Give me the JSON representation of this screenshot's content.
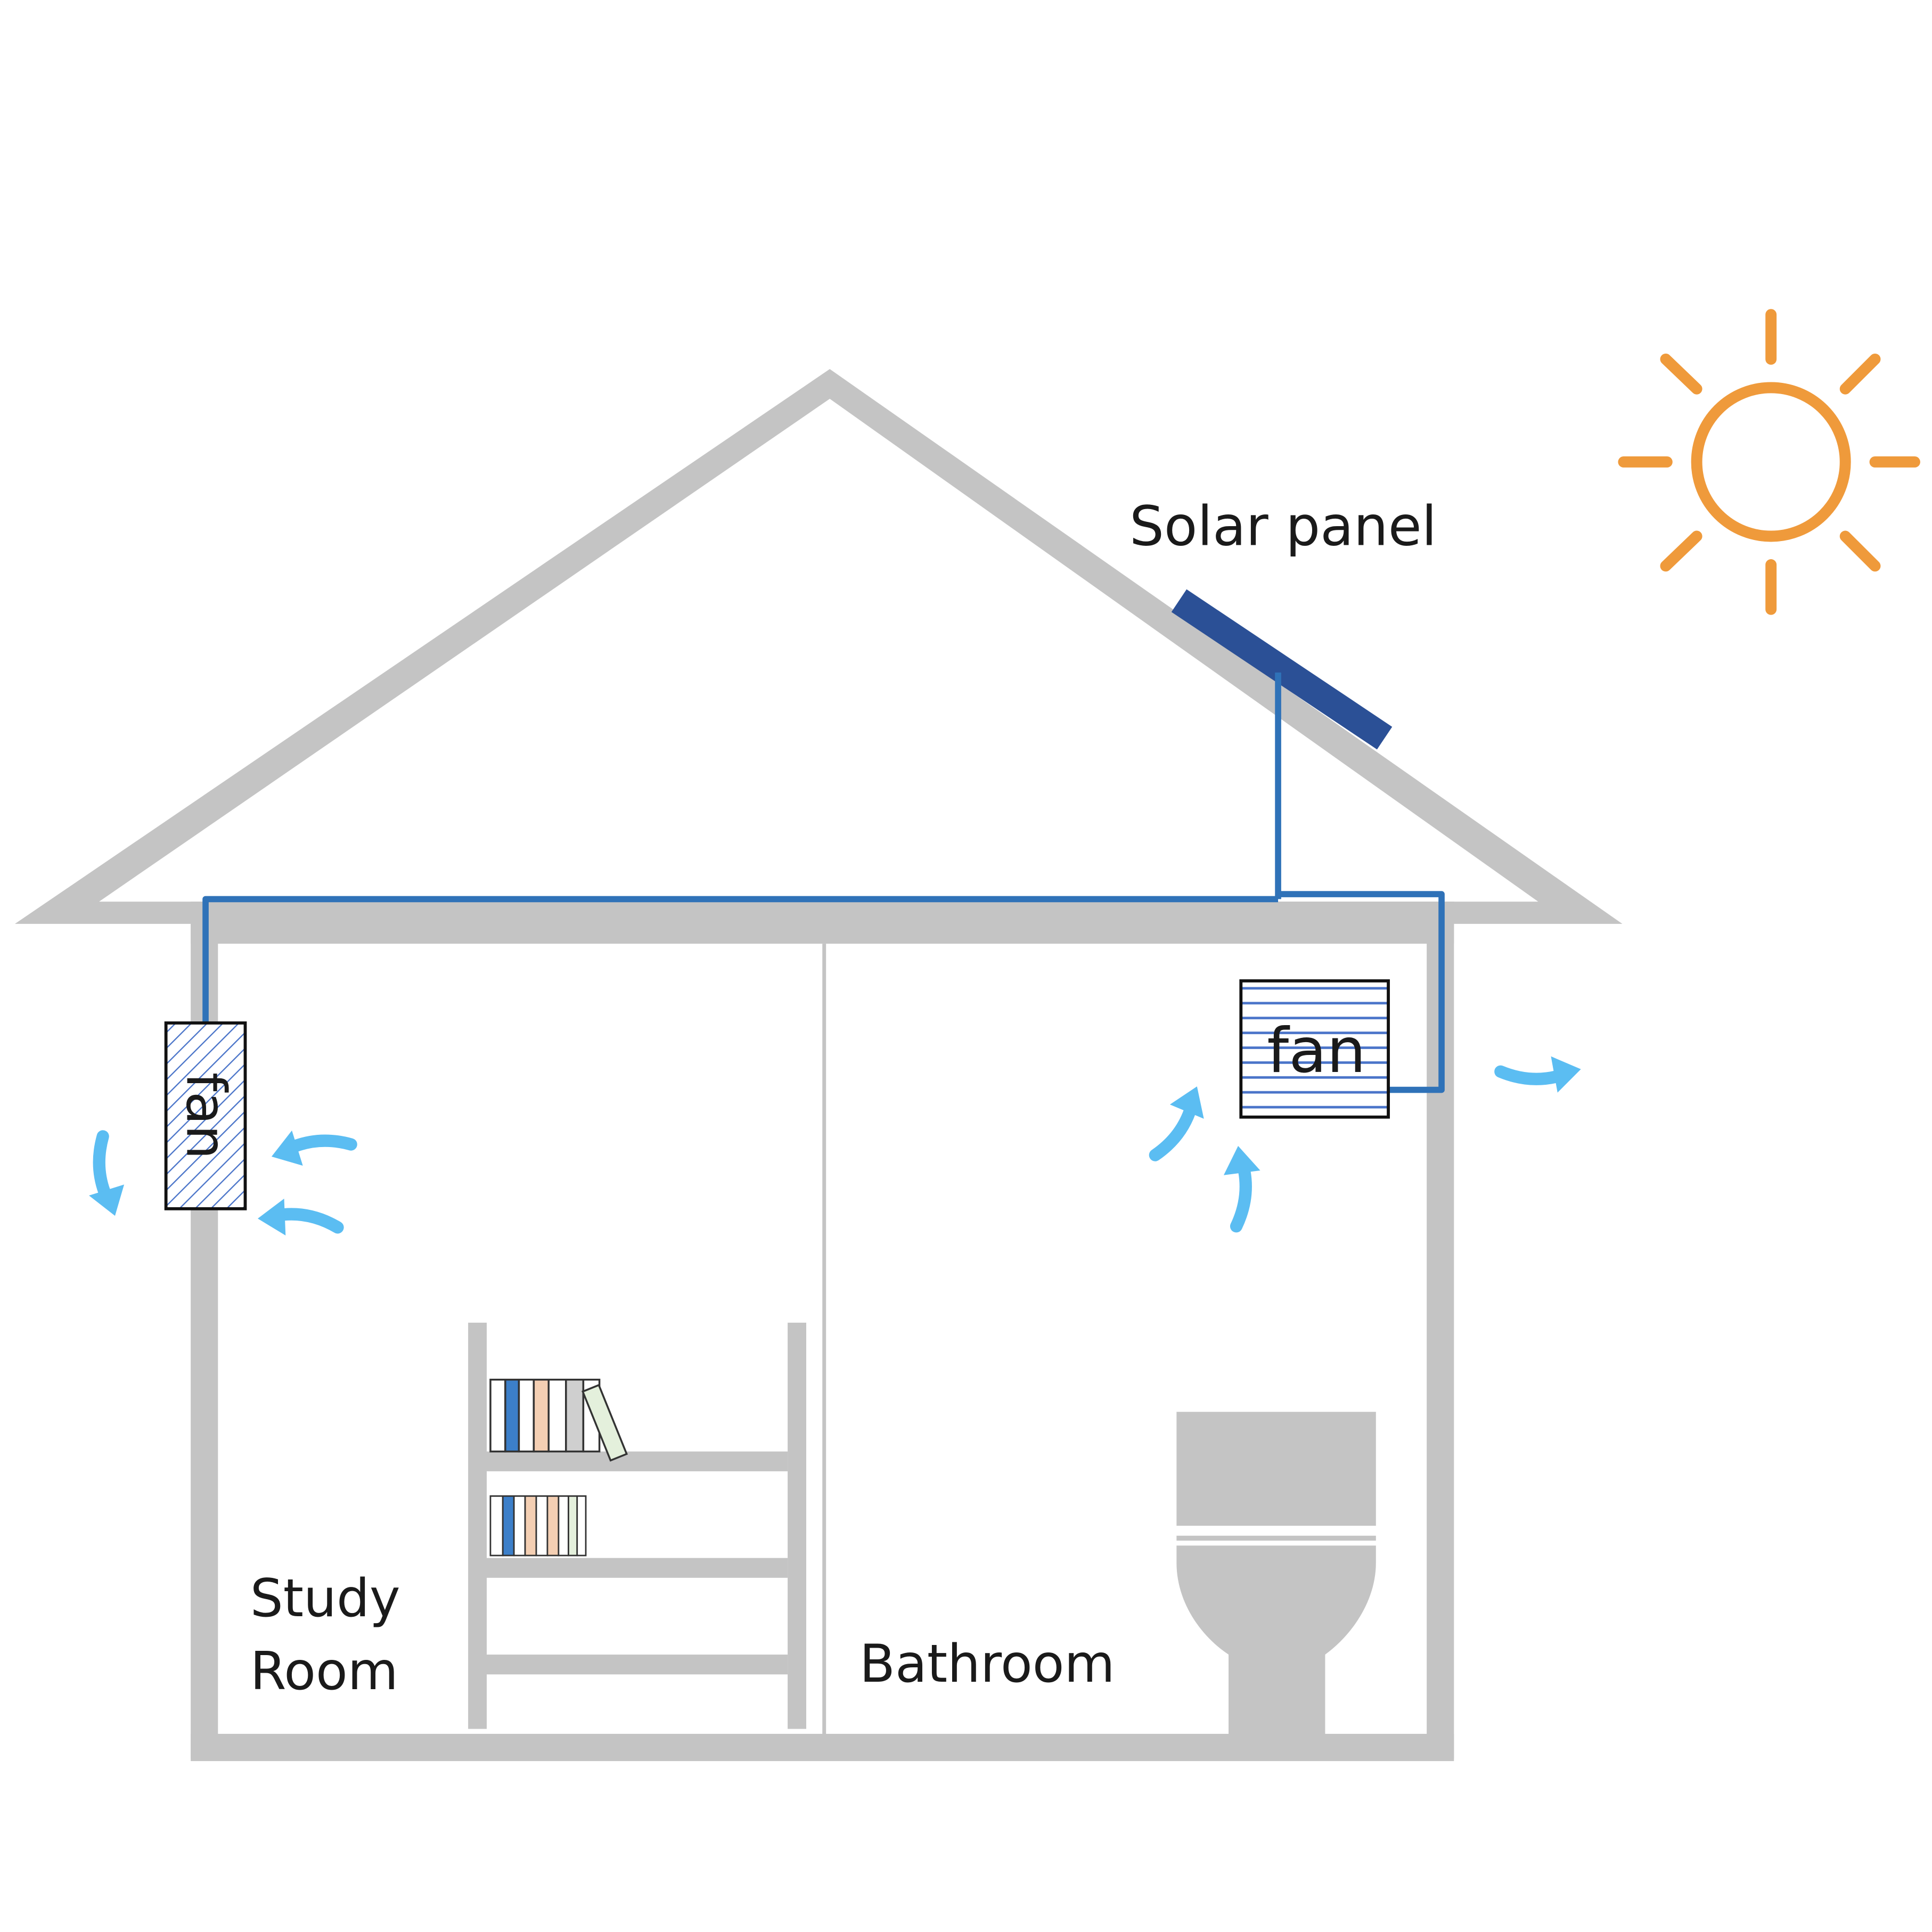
{
  "labels": {
    "solar_panel": "Solar panel",
    "fan_left": "fan",
    "fan_right": "fan",
    "study_room_line1": "Study",
    "study_room_line2": "Room",
    "bathroom": "Bathroom"
  },
  "colors": {
    "wall": "#c4c4c4",
    "wire": "#2f72b8",
    "panel": "#2b5096",
    "sun": "#ef9a3b",
    "airflow": "#5bbdf2",
    "fan_stripe": "#4a74c9",
    "text": "#1a1a1a"
  },
  "icons": {
    "sun": "sun-icon",
    "solar_panel": "solar-panel-icon",
    "fan_left": "fan-icon",
    "fan_right": "fan-icon",
    "bookshelf": "bookshelf-icon",
    "toilet": "toilet-icon",
    "airflow": "airflow-arrow-icon"
  }
}
